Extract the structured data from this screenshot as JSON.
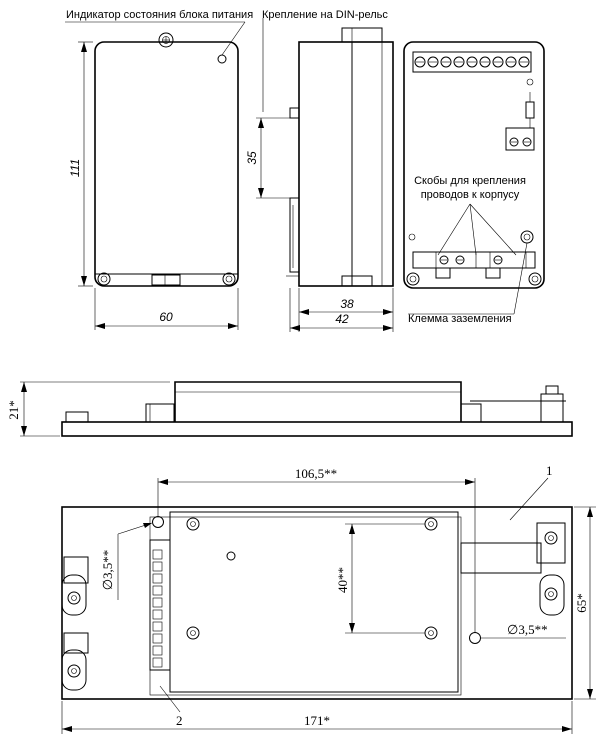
{
  "labels": {
    "indicator": "Индикатор состояния блока питания",
    "din_mount": "Крепление на DIN-рельс",
    "brackets_line1": "Скобы для крепления",
    "brackets_line2": "проводов к корпусу",
    "ground_terminal": "Клемма заземления"
  },
  "dimensions": {
    "height_111": "111",
    "width_60": "60",
    "din_35": "35",
    "depth_38": "38",
    "depth_42": "42",
    "height_21": "21*",
    "span_106": "106,5**",
    "span_40": "40**",
    "hole_d_left": "∅3,5**",
    "hole_d_right": "∅3,5**",
    "width_65": "65*",
    "length_171": "171*"
  },
  "callouts": {
    "item_1": "1",
    "item_2": "2"
  }
}
